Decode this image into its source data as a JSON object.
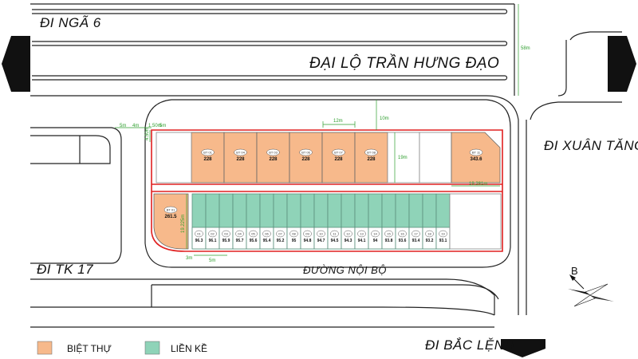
{
  "roads": {
    "nga6": "ĐI NGÃ 6",
    "tran_hung_dao": "ĐẠI LỘ TRẦN HƯNG ĐẠO",
    "xuan_tang": "ĐI XUÂN TĂNG",
    "tk17": "ĐI TK 17",
    "noi_bo": "ĐƯỜNG NỘI BỘ",
    "bac_lenh": "ĐI BẮC LỆNH"
  },
  "dimensions": {
    "road_width": "58m",
    "top_gap": "10m",
    "lot_width": "12m",
    "block_depth": "19m",
    "corner_side": "19.281m",
    "corner_left_depth": "19.225m",
    "left_setback": "4.50m",
    "left_gaps": [
      "5m",
      "4m",
      "1.50m",
      "5m"
    ],
    "row_offset": "3m",
    "lot_frontage": "5m"
  },
  "villas_top": [
    {
      "id": "BT 01",
      "area": "228"
    },
    {
      "id": "BT 04",
      "area": "228"
    },
    {
      "id": "BT 03",
      "area": "228"
    },
    {
      "id": "BT 06",
      "area": "228"
    },
    {
      "id": "BT 07",
      "area": "228"
    },
    {
      "id": "BT 08",
      "area": "228"
    }
  ],
  "villa_corner": {
    "id": "BT 11",
    "area": "343.6"
  },
  "villa_left": {
    "id": "BT 01",
    "area": "261.5"
  },
  "townhouses": [
    {
      "no": "01",
      "area": "96.3"
    },
    {
      "no": "02",
      "area": "96.1"
    },
    {
      "no": "03",
      "area": "95.9"
    },
    {
      "no": "04",
      "area": "95.7"
    },
    {
      "no": "05",
      "area": "95.6"
    },
    {
      "no": "06",
      "area": "95.4"
    },
    {
      "no": "07",
      "area": "95.2"
    },
    {
      "no": "08",
      "area": "95"
    },
    {
      "no": "09",
      "area": "94.8"
    },
    {
      "no": "10",
      "area": "94.7"
    },
    {
      "no": "11",
      "area": "94.5"
    },
    {
      "no": "12",
      "area": "94.3"
    },
    {
      "no": "13",
      "area": "94.1"
    },
    {
      "no": "14",
      "area": "94"
    },
    {
      "no": "15",
      "area": "93.8"
    },
    {
      "no": "16",
      "area": "93.6"
    },
    {
      "no": "17",
      "area": "93.4"
    },
    {
      "no": "18",
      "area": "93.2"
    },
    {
      "no": "19",
      "area": "93.1"
    }
  ],
  "compass": {
    "label": "B"
  },
  "legend": {
    "villa": {
      "label": "BIỆT THỰ",
      "color": "#f7b98b"
    },
    "townhouse": {
      "label": "LIỀN KỀ",
      "color": "#8fd3b8"
    }
  },
  "colors": {
    "boundary": "#e02020",
    "dimension": "#2e9e2e",
    "road_line": "#222222"
  }
}
